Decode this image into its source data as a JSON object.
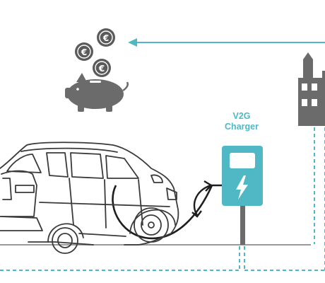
{
  "charger": {
    "label_line1": "V2G",
    "label_line2": "Charger"
  },
  "colors": {
    "accent": "#4fb8c4",
    "icon_gray": "#6b6b6b",
    "line_art": "#3a3a3a",
    "ground": "#9a9a9a"
  },
  "icons": [
    "euro-coin-icon",
    "piggy-bank-icon",
    "factory-icon",
    "lightning-bolt-icon",
    "car-illustration",
    "bidirectional-arrow-icon"
  ]
}
